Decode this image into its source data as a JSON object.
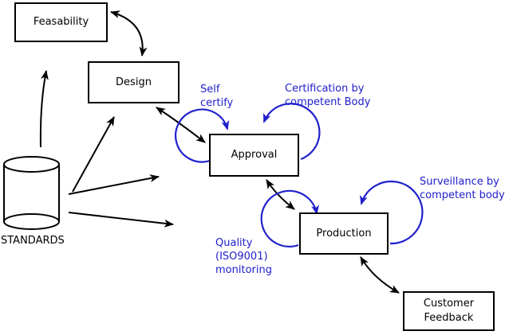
{
  "nodes": {
    "feasability": {
      "label": "Feasability"
    },
    "design": {
      "label": "Design"
    },
    "approval": {
      "label": "Approval"
    },
    "production": {
      "label": "Production"
    },
    "customer_feedback": {
      "label": "Customer\nFeedback"
    }
  },
  "datastore": {
    "standards": {
      "label": "STANDARDS",
      "shape": "cylinder"
    }
  },
  "annotations": {
    "self_certify": {
      "label": "Self\ncertify"
    },
    "certification": {
      "label": "Certification by\ncompetent Body"
    },
    "surveillance": {
      "label": "Surveillance by\ncompetent body"
    },
    "quality": {
      "label": "Quality\n(ISO9001)\nmonitoring"
    }
  },
  "edges": [
    {
      "from": "standards",
      "to": "feasability",
      "style": "arrow"
    },
    {
      "from": "standards",
      "to": "design",
      "style": "arrow"
    },
    {
      "from": "standards",
      "to": "approval",
      "style": "arrow"
    },
    {
      "from": "standards",
      "to": "production",
      "style": "arrow"
    },
    {
      "from": "feasability",
      "to": "design",
      "style": "double-arrow"
    },
    {
      "from": "design",
      "to": "approval",
      "style": "double-arrow"
    },
    {
      "from": "approval",
      "to": "production",
      "style": "double-arrow"
    },
    {
      "from": "production",
      "to": "customer_feedback",
      "style": "double-arrow"
    },
    {
      "node": "approval",
      "type": "self-loop",
      "annotation": "self_certify"
    },
    {
      "node": "approval",
      "type": "self-loop",
      "annotation": "certification"
    },
    {
      "node": "production",
      "type": "self-loop",
      "annotation": "quality"
    },
    {
      "node": "production",
      "type": "self-loop",
      "annotation": "surveillance"
    }
  ],
  "colors": {
    "node_border": "#000000",
    "node_text": "#000000",
    "arrow": "#000000",
    "loop": "#2020cc",
    "annotation_text": "#2020cc",
    "background": "#ffffff"
  }
}
